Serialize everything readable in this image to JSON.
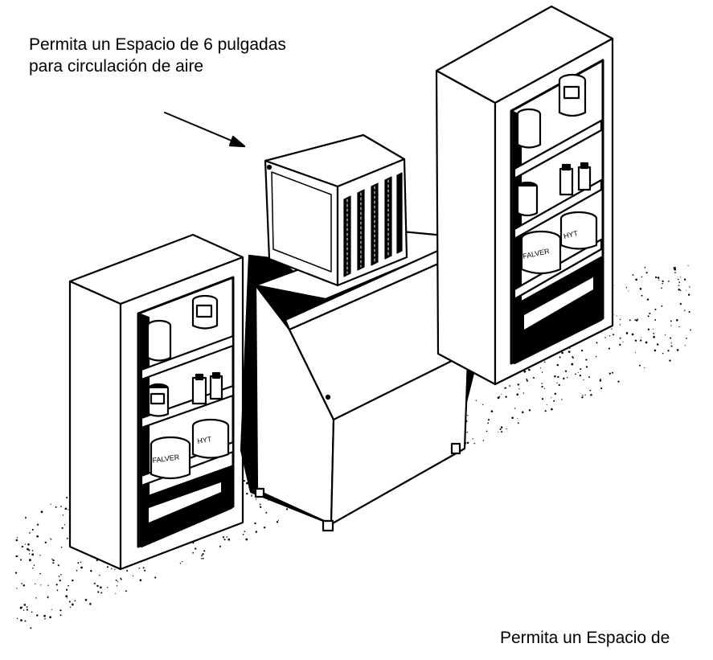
{
  "annotations": {
    "top_line1": "Permita un Espacio de 6 pulgadas",
    "top_line2": "para circulación de aire",
    "bottom_line1": "Permita un Espacio de"
  },
  "jars": {
    "left_label_a": "FALVER",
    "left_label_b": "HYT",
    "right_label_a": "FALVER",
    "right_label_b": "HYT"
  }
}
